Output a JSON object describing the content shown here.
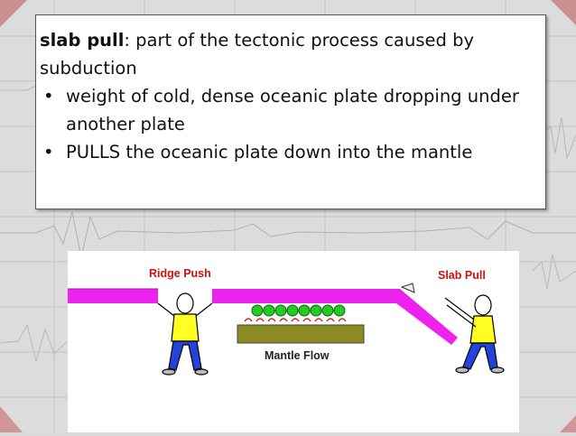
{
  "slide": {
    "term": "slab pull",
    "definition": ": part of the tectonic process caused by subduction",
    "bullets": [
      "weight of cold, dense oceanic plate dropping under another plate",
      "PULLS the oceanic plate down into the mantle"
    ],
    "bullet_symbol": "•"
  },
  "figure": {
    "labels": {
      "ridge_push": "Ridge Push",
      "slab_pull": "Slab Pull",
      "mantle_flow": "Mantle Flow"
    },
    "colors": {
      "plate": "#ee22ee",
      "shirt": "#ffff22",
      "pants": "#2244dd",
      "mantle_block": "#8b8b22",
      "mantle_cells": "#22cc22",
      "label_red": "#cc1111"
    }
  }
}
